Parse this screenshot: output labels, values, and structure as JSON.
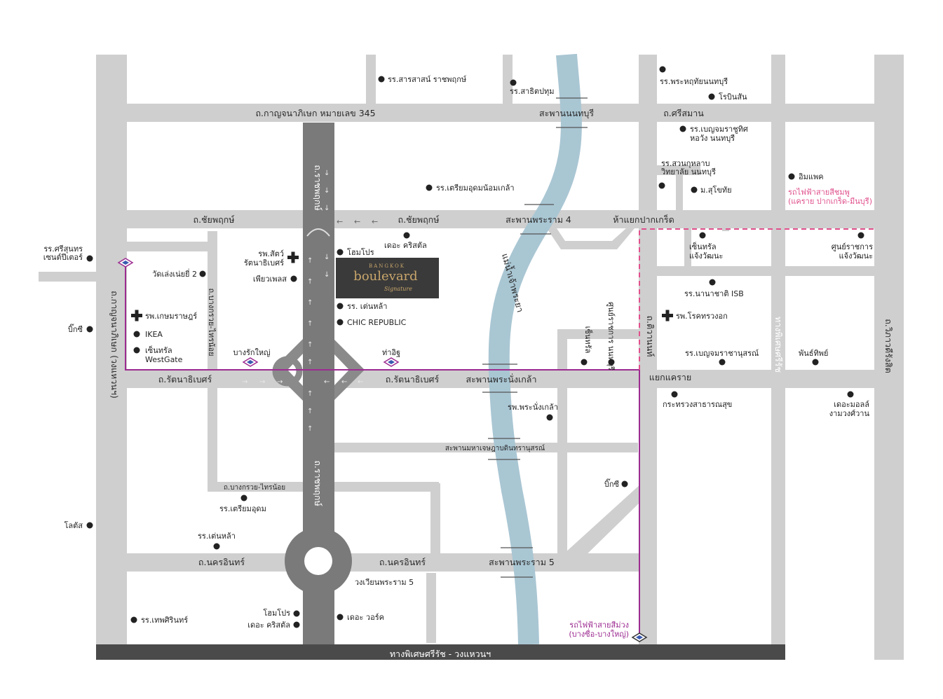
{
  "brand": {
    "logo_top": "BANGKOK",
    "logo_main": "boulevard",
    "logo_sub": "Signature"
  },
  "roads": {
    "kanchanaphisek_bottom": "ทางพิเศษศรีรัช - วงแหวนฯ",
    "highway_345": "ถ.กาญจนาภิเษก หมายเลข 345",
    "bridge_nonthaburi": "สะพานนนทบุรี",
    "sriman": "ถ.ศรีสมาน",
    "chaiyaphruek_left": "ถ.ชัยพฤกษ์",
    "chaiyaphruek_mid": "ถ.ชัยพฤกษ์",
    "bridge_rama4": "สะพานพระราม 4",
    "pakkret_junction": "ห้าแยกปากเกร็ด",
    "ratchaphruek_top": "ถ.ราชพฤกษ์",
    "ratchaphruek_bottom": "ถ.ราชพฤกษ์",
    "kanchana_west": "ถ.กาญจนาภิเษก (วงแหวนฯ)",
    "bangkruai_sainoi_v": "ถ.บางกรวย-ไทรน้อย",
    "rattanathibet_left": "ถ.รัตนาธิเบศร์",
    "rattanathibet_mid": "ถ.รัตนาธิเบศร์",
    "bridge_nangklao": "สะพานพระนั่งเกล้า",
    "khwae_junction": "แยกแคราย",
    "tiwanon": "ถ.ติวานนท์",
    "srirat_expressway": "ทางพิเศษศรีรัช",
    "wiphawadi": "ถ.วิภาวดีรังสิต",
    "bridge_maha_chesadabodin": "สะพานมหาเจษฎาบดินทรานุสรณ์",
    "bangkruai_sainoi_h": "ถ.บางกรวย-ไทรน้อย",
    "nakhon_in_left": "ถ.นครอินทร์",
    "nakhon_in_mid": "ถ.นครอินทร์",
    "bridge_rama5": "สะพานพระราม 5",
    "rama5_circle": "วงเวียนพระราม 5",
    "chao_phraya_river": "แม่น้ำเจ้าพระยา"
  },
  "places": {
    "sarasas": "รร.สารสาสน์ ราชพฤกษ์",
    "saint_peter": "รร.ศรีสุนทร\nเซนต์ปีเตอร์",
    "satit_pathum": "รร.สาธิตปทุม",
    "phrahruthai": "รร.พระหฤทัยนนทบุรี",
    "robinson": "โรบินสัน",
    "benjamarachanusorn": "รร.เบญจมราชูทิศ\nหอวัง นนทบุรี",
    "suankularb": "รร.สวนกุหลาบ\nวิทยาลัย นนทบุรี",
    "sukhothai_univ": "ม.สุโขทัย",
    "triamudom_nonklao": "รร.เตรียมอุดมน้อมเกล้า",
    "impact": "อิมแพค",
    "pink_line_label": "รถไฟฟ้าสายสีชมพู\n(แคราย ปากเกร็ด-มีนบุรี)",
    "the_crystal": "เดอะ คริสตัล",
    "central_chaeng": "เซ็นทรัล\nแจ้งวัฒนะ",
    "gov_center": "ศูนย์ราชการ\nแจ้งวัฒนะ",
    "vet_hospital": "รพ.สัตว์\nรัตนาธิเบศร์",
    "homepro_top": "โฮมโปร",
    "wat_lenpoi": "วัดเล่งเน่ยยี่ 2",
    "fashion_island": "เพียวเพลส",
    "isb": "รร.นานาชาติ ISB",
    "kasemrad": "รพ.เกษมราษฎร์",
    "ikea": "IKEA",
    "central_westgate": "เซ็นทรัล\nWestGate",
    "ss_tenla": "รร. เต่นหล้า",
    "chic_republic": "CHIC REPUBLIC",
    "chest_hospital": "รพ.โรคทรวงอก",
    "bangkok_boat": "บิ๊กซี",
    "bang_rak_yai": "บางรักใหญ่",
    "tha_it": "ท่าอิฐ",
    "central_rt": "เซ็นทรัล",
    "ministry_justice": "ศูนย์ราชการ นนทบุรี",
    "benjamarachanusorn2": "รร.เบญจมราชานุสรณ์",
    "phanthip": "พันธ์ทิพย์",
    "ministry_health": "กระทรวงสาธารณสุข",
    "the_mall": "เดอะมอลล์\nงามวงศ์วาน",
    "phra_nangklao_hosp": "รพ.พระนั่งเกล้า",
    "big_c": "บิ๊กซี",
    "lotus": "โลตัส",
    "bigc_left": "บิ๊กซี",
    "triamudom": "รร.เตรียมอุดม",
    "ss_tenla2": "รร.เต่นหล้า",
    "thephsirin": "รร.เทพศิรินทร์",
    "homepro_bottom": "โฮมโปร",
    "the_crystal_bottom": "เดอะ คริสตัล",
    "the_walk": "เดอะ วอร์ค",
    "purple_line_label": "รถไฟฟ้าสายสีม่วง\n(บางซื่อ-บางใหญ่)"
  },
  "colors": {
    "road": "#cfcfcf",
    "main_road": "#7a7a7a",
    "expressway": "#4a4a4a",
    "river": "#a9c6d3",
    "pink_line": "#e0508c",
    "purple_line": "#9c2b91",
    "logo_bg": "#3a3a3a",
    "logo_gold": "#c9a66b"
  }
}
